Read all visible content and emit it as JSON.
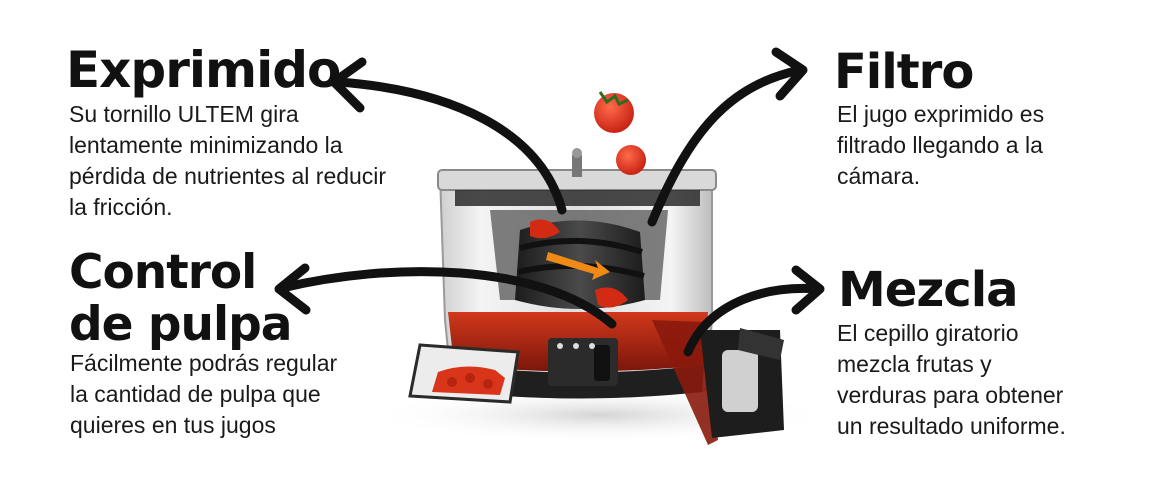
{
  "sections": {
    "exprimido": {
      "title": "Exprimido",
      "lines": [
        "Su tornillo ULTEM gira",
        "lentamente minimizando la",
        "pérdida de nutrientes al reducir",
        "la fricción."
      ]
    },
    "control": {
      "title_lines": [
        "Control",
        "de pulpa"
      ],
      "lines": [
        "Fácilmente podrás regular",
        "la cantidad de pulpa que",
        "quieres en tus jugos"
      ]
    },
    "filtro": {
      "title": "Filtro",
      "lines": [
        "El jugo exprimido es",
        "filtrado llegando a la",
        "cámara."
      ]
    },
    "mezcla": {
      "title": "Mezcla",
      "lines": [
        "El cepillo giratorio",
        "mezcla frutas y",
        "verduras para obtener",
        "un resultado uniforme."
      ]
    }
  },
  "colors": {
    "text": "#111111",
    "juice": "#b8260f",
    "tomato": "#e0301c",
    "body_dark": "#2a2a2a"
  },
  "icons": [
    "arrow-icon",
    "tomato-icon",
    "juicer-illustration"
  ]
}
